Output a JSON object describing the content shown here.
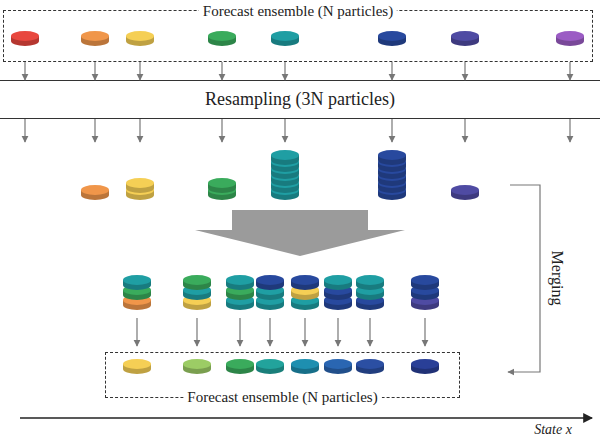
{
  "diagram": {
    "nodes": [
      {
        "text": [
          "Forecast ensemble (N particles)"
        ]
      },
      {
        "text": [
          "Resampling (3N particles)"
        ]
      },
      {
        "text": [
          "Forecast ensemble (N particles)"
        ]
      }
    ],
    "edges": [
      {
        "from": 0,
        "to": 1,
        "arrow": "to"
      },
      {
        "from": 0,
        "to": 1,
        "arrow": "to"
      },
      {
        "from": 0,
        "to": 1,
        "arrow": "to"
      },
      {
        "from": 0,
        "to": 1,
        "arrow": "to"
      },
      {
        "from": 0,
        "to": 1,
        "arrow": "to"
      },
      {
        "from": 0,
        "to": 1,
        "arrow": "to"
      },
      {
        "from": 0,
        "to": 1,
        "arrow": "to"
      },
      {
        "from": 0,
        "to": 1,
        "arrow": "to"
      }
    ],
    "labels": [
      "Merging",
      "State x"
    ]
  }
}
